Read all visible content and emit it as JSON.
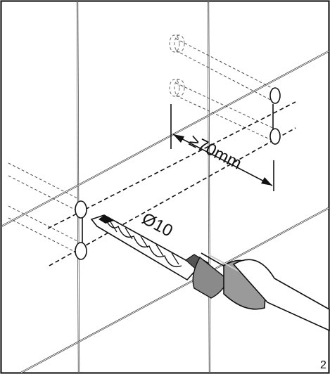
{
  "figure": {
    "spacing_label": "≥70mm",
    "drill_label": "Ø10",
    "step_number": "2"
  },
  "icons": {
    "drill": "drill-icon",
    "drill-bit": "drill-bit-icon",
    "hole": "wall-hole-icon"
  },
  "colors": {
    "line": "#111111",
    "background": "#ffffff"
  }
}
